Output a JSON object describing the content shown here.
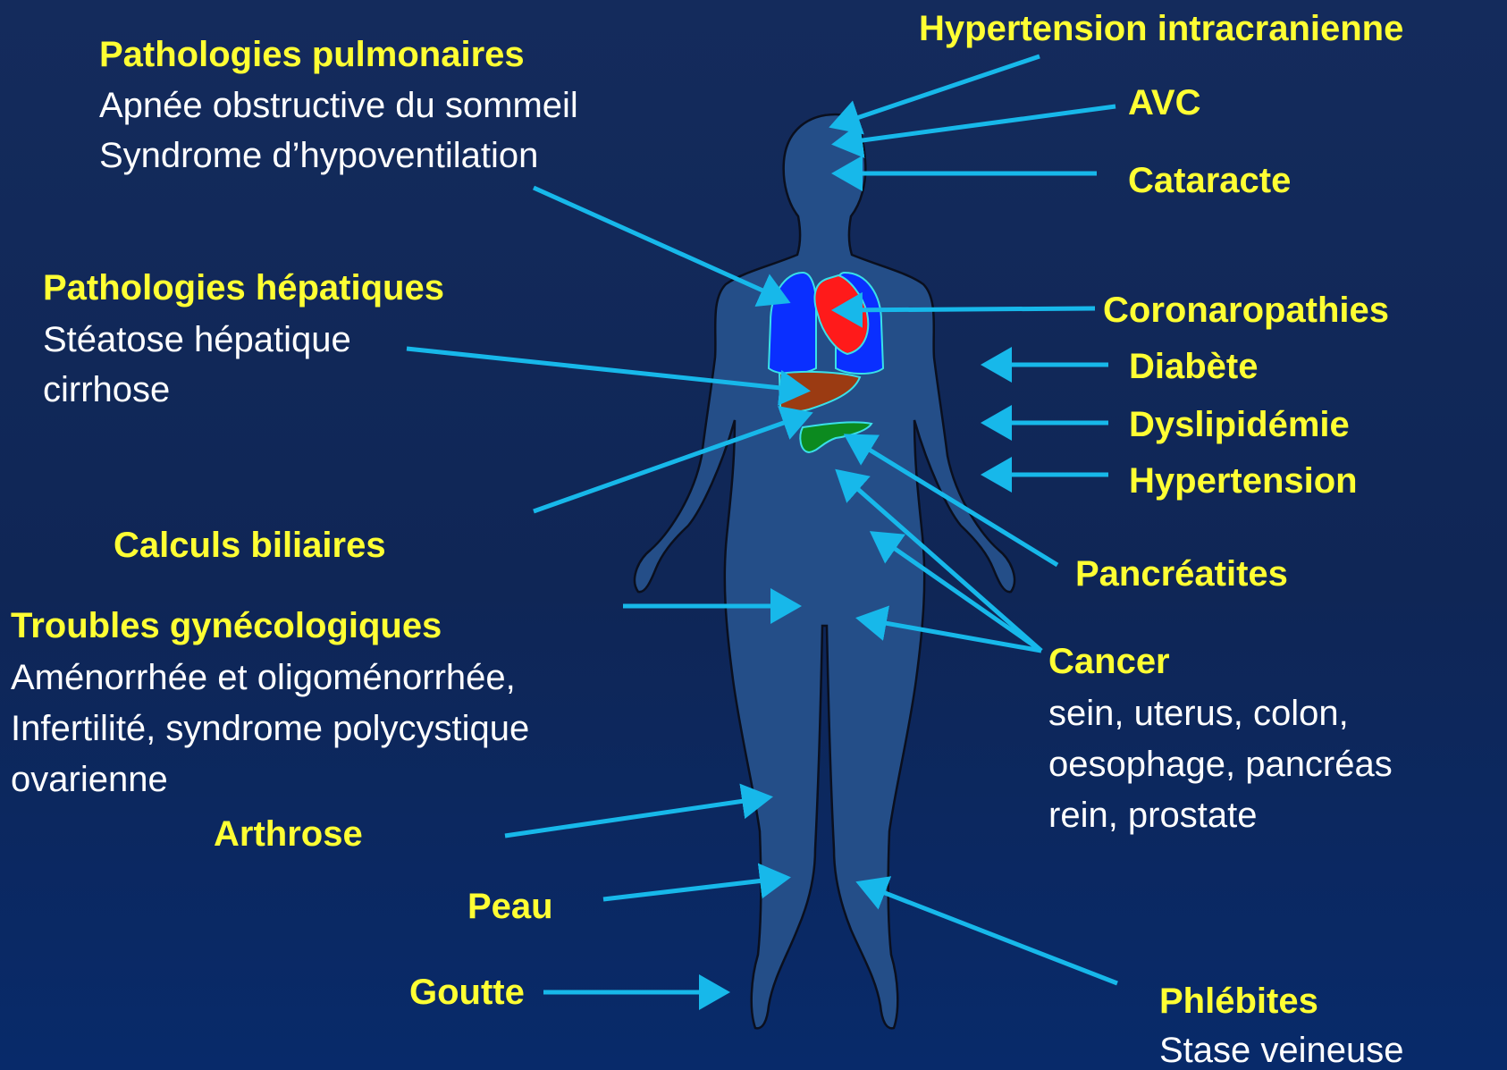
{
  "colors": {
    "background": "#112a5e",
    "heading": "#ffff33",
    "body_text": "#ffffff",
    "arrow": "#17b8ea",
    "silhouette": "#244e88",
    "lungs": "#0a2fff",
    "heart": "#ff1a1a",
    "liver": "#9b3b12",
    "pancreas": "#0c8a1f",
    "organ_outline": "#39e0e8"
  },
  "labels": {
    "hypertension_intracranienne": "Hypertension intracranienne",
    "avc": "AVC",
    "cataracte": "Cataracte",
    "pathologies_pulmonaires": {
      "title": "Pathologies pulmonaires",
      "line1": "Apnée obstructive du sommeil",
      "line2": "Syndrome d’hypoventilation"
    },
    "pathologies_hepatiques": {
      "title": "Pathologies hépatiques",
      "line1": "Stéatose hépatique",
      "line2": "cirrhose"
    },
    "coronaropathies": "Coronaropathies",
    "diabete": "Diabète",
    "dyslipidemie": "Dyslipidémie",
    "hypertension": "Hypertension",
    "calculs_biliaires": "Calculs biliaires",
    "pancreatites": "Pancréatites",
    "troubles_gynecologiques": {
      "title": "Troubles gynécologiques",
      "line1": "Aménorrhée et oligoménorrhée,",
      "line2": "Infertilité, syndrome polycystique",
      "line3": "ovarienne"
    },
    "cancer": {
      "title": "Cancer",
      "line1": "sein, uterus, colon,",
      "line2": "oesophage, pancréas",
      "line3": "rein, prostate"
    },
    "arthrose": "Arthrose",
    "peau": "Peau",
    "goutte": "Goutte",
    "phlebites": {
      "title": "Phlébites",
      "line1": "Stase veineuse"
    }
  }
}
